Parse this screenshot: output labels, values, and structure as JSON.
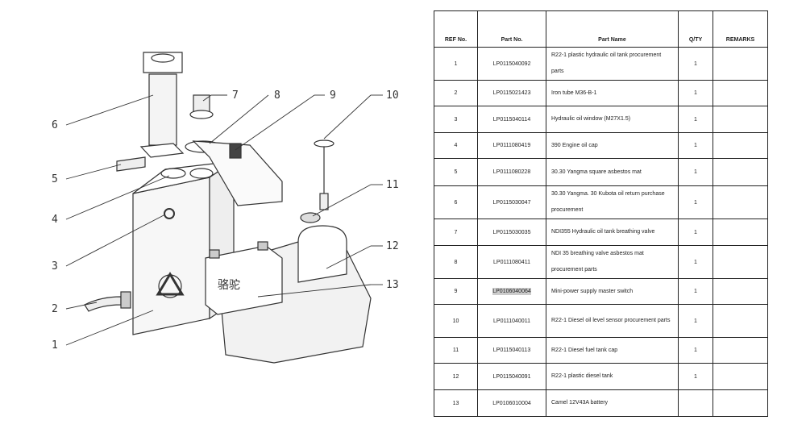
{
  "diagram": {
    "callouts": [
      "1",
      "2",
      "3",
      "4",
      "5",
      "6",
      "7",
      "8",
      "9",
      "10",
      "11",
      "12",
      "13"
    ],
    "battery_label": "骆驼"
  },
  "table": {
    "headers": [
      "REF No.",
      "Part No.",
      "Part Name",
      "Q/TY",
      "REMARKS"
    ],
    "rows": [
      {
        "ref": "1",
        "part_no": "LP0115040092",
        "name": "R22-1 plastic hydraulic oil tank procurement parts",
        "qty": "1",
        "remarks": ""
      },
      {
        "ref": "2",
        "part_no": "LP0115021423",
        "name": "Iron tube M36-B-1",
        "qty": "1",
        "remarks": ""
      },
      {
        "ref": "3",
        "part_no": "LP0115040114",
        "name": "Hydraulic oil window (M27X1.5)",
        "qty": "1",
        "remarks": ""
      },
      {
        "ref": "4",
        "part_no": "LP0111080419",
        "name": "390 Engine oil cap",
        "qty": "1",
        "remarks": ""
      },
      {
        "ref": "5",
        "part_no": "LP0111080228",
        "name": "30.30 Yangma square asbestos mat",
        "qty": "1",
        "remarks": ""
      },
      {
        "ref": "6",
        "part_no": "LP0115030047",
        "name": "30.30 Yangma. 30 Kubota oil return purchase procurement",
        "qty": "1",
        "remarks": ""
      },
      {
        "ref": "7",
        "part_no": "LP0115030035",
        "name": "NDI355 Hydraulic oil tank breathing valve",
        "qty": "1",
        "remarks": ""
      },
      {
        "ref": "8",
        "part_no": "LP0111080411",
        "name": "NDI 35 breathing valve asbestos mat procurement parts",
        "qty": "1",
        "remarks": ""
      },
      {
        "ref": "9",
        "part_no": "LP0106040064",
        "name": "Mini-power supply master switch",
        "qty": "1",
        "remarks": ""
      },
      {
        "ref": "10",
        "part_no": "LP0111040011",
        "name": "R22-1 Diesel oil level sensor procurement parts",
        "qty": "1",
        "remarks": ""
      },
      {
        "ref": "11",
        "part_no": "LP0115040113",
        "name": "R22-1 Diesel fuel tank cap",
        "qty": "1",
        "remarks": ""
      },
      {
        "ref": "12",
        "part_no": "LP0115040091",
        "name": "R22-1 plastic diesel tank",
        "qty": "1",
        "remarks": ""
      },
      {
        "ref": "13",
        "part_no": "LP0106010004",
        "name": "Camel 12V43A battery",
        "qty": "",
        "remarks": ""
      }
    ]
  }
}
